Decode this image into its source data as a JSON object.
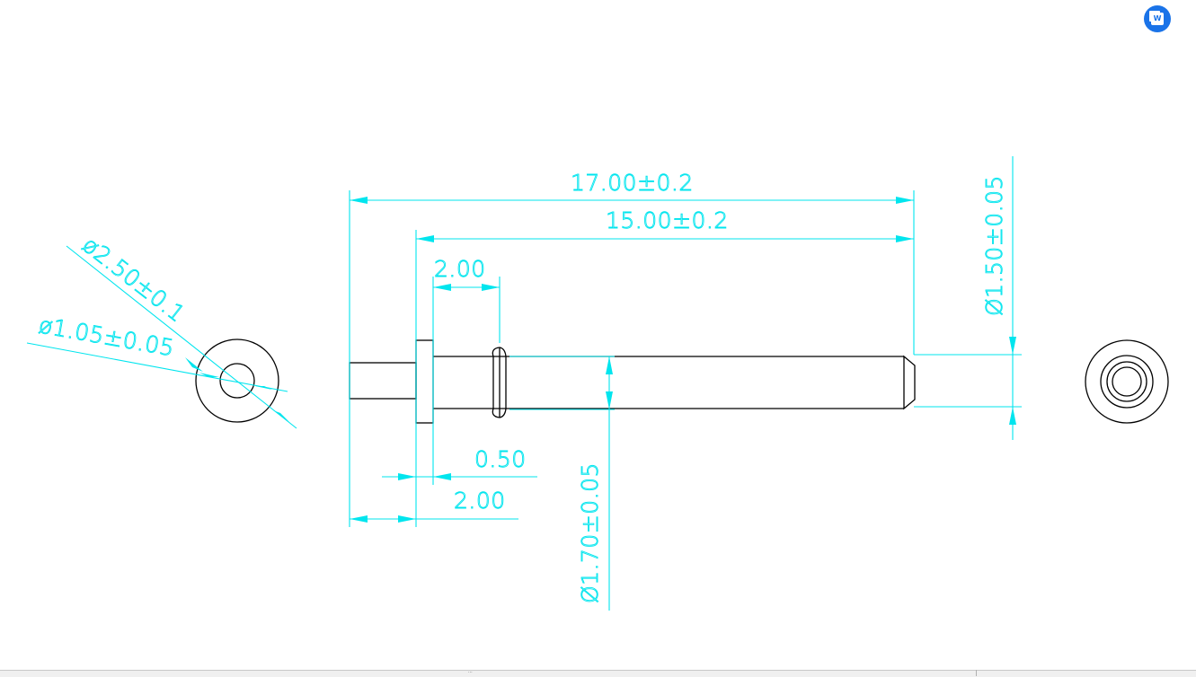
{
  "drawing": {
    "dimensions": {
      "outer_diameter": "ø2.50±0.1",
      "inner_diameter": "ø1.05±0.05",
      "overall_length": "17.00±0.2",
      "body_length": "15.00±0.2",
      "groove_offset": "2.00",
      "flange_thickness": "0.50",
      "pin_length": "2.00",
      "shaft_diameter": "Ø1.70±0.05",
      "tip_diameter": "Ø1.50±0.05"
    },
    "colors": {
      "dimension": "#00e5ee",
      "geometry": "#000000",
      "background": "#ffffff"
    }
  },
  "app_badge": {
    "icon": "wps-writer-icon",
    "letter": "W"
  }
}
